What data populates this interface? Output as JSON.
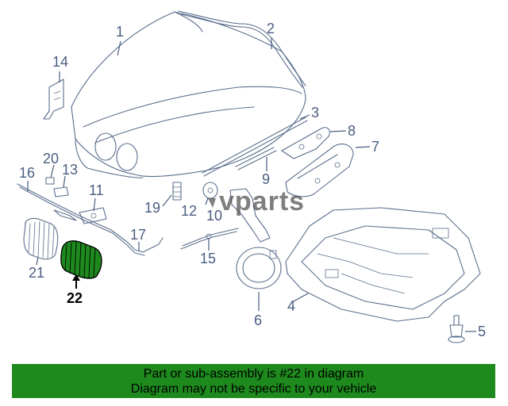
{
  "watermark": "vparts",
  "callouts": [
    "1",
    "2",
    "3",
    "4",
    "5",
    "6",
    "7",
    "8",
    "9",
    "10",
    "11",
    "12",
    "13",
    "14",
    "15",
    "16",
    "17",
    "19",
    "20",
    "21",
    "22"
  ],
  "highlighted_part": "22",
  "banner": {
    "line1": "Part or sub-assembly is #22 in diagram",
    "line2": "Diagram may not be specific to your vehicle"
  },
  "colors": {
    "line": "#5a6e8c",
    "highlight_part": "#1e8a1e",
    "banner_bg": "#1e8a1e",
    "banner_text": "#000000"
  }
}
